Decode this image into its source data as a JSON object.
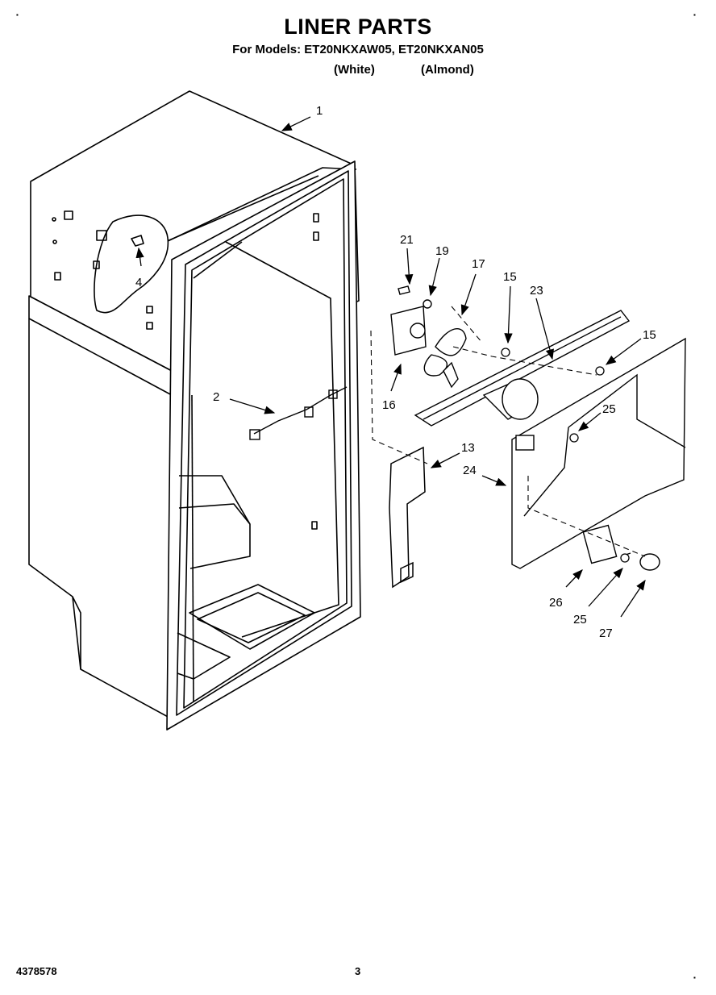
{
  "header": {
    "title": "LINER PARTS",
    "models_line": "For Models: ET20NKXAW05, ET20NKXAN05",
    "color_white": "(White)",
    "color_almond": "(Almond)"
  },
  "footer": {
    "doc_number": "4378578",
    "page_number": "3"
  },
  "callouts": {
    "c1": "1",
    "c2": "2",
    "c4": "4",
    "c13": "13",
    "c15a": "15",
    "c15b": "15",
    "c16": "16",
    "c17": "17",
    "c19": "19",
    "c21": "21",
    "c23": "23",
    "c24": "24",
    "c25a": "25",
    "c25b": "25",
    "c26": "26",
    "c27": "27"
  }
}
